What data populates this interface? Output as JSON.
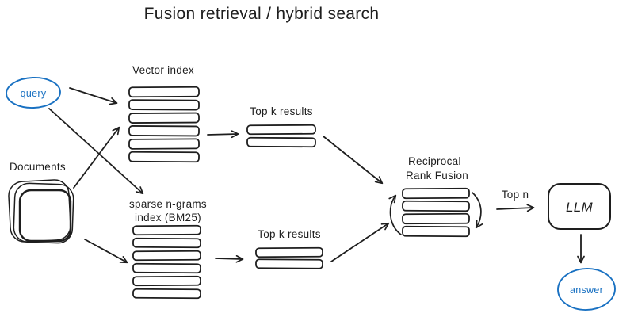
{
  "title": "Fusion retrieval / hybrid search",
  "colors": {
    "ink": "#1e1e1e",
    "accent": "#1971c2",
    "background": "#ffffff"
  },
  "nodes": {
    "query": {
      "label": "query",
      "shape": "ellipse"
    },
    "documents": {
      "label": "Documents",
      "shape": "stacked-documents"
    },
    "vector_index": {
      "label": "Vector index",
      "rows": 6
    },
    "sparse_index": {
      "label_line1": "sparse n-grams",
      "label_line2": "index (BM25)",
      "rows": 6
    },
    "top_k_vector": {
      "label": "Top k results",
      "rows": 2
    },
    "top_k_sparse": {
      "label": "Top k results",
      "rows": 2
    },
    "rrf": {
      "label_line1": "Reciprocal",
      "label_line2": "Rank Fusion",
      "rows": 4
    },
    "top_n": {
      "label": "Top n"
    },
    "llm": {
      "label": "LLM",
      "shape": "rounded-rect"
    },
    "answer": {
      "label": "answer",
      "shape": "ellipse"
    }
  },
  "edges": [
    {
      "from": "query",
      "to": "vector_index"
    },
    {
      "from": "query",
      "to": "sparse_index"
    },
    {
      "from": "documents",
      "to": "vector_index"
    },
    {
      "from": "documents",
      "to": "sparse_index"
    },
    {
      "from": "vector_index",
      "to": "top_k_vector"
    },
    {
      "from": "top_k_vector",
      "to": "rrf"
    },
    {
      "from": "sparse_index",
      "to": "top_k_sparse"
    },
    {
      "from": "top_k_sparse",
      "to": "rrf"
    },
    {
      "from": "rrf",
      "to": "llm",
      "label": "Top n"
    },
    {
      "from": "llm",
      "to": "answer"
    },
    {
      "from": "rrf",
      "to": "rrf",
      "note": "reorder-curved-arrows"
    }
  ]
}
